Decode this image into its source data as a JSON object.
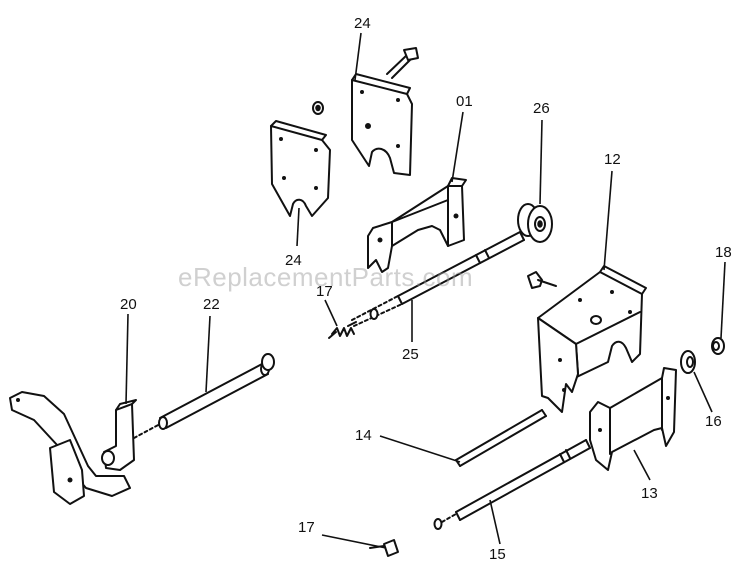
{
  "watermark": "eReplacementParts.com",
  "part_labels": {
    "p24_top": "24",
    "p01": "01",
    "p26": "26",
    "p12": "12",
    "p24_left": "24",
    "p18": "18",
    "p17_upper": "17",
    "p20": "20",
    "p22": "22",
    "p25": "25",
    "p16": "16",
    "p14": "14",
    "p13": "13",
    "p17_lower": "17",
    "p15": "15"
  }
}
